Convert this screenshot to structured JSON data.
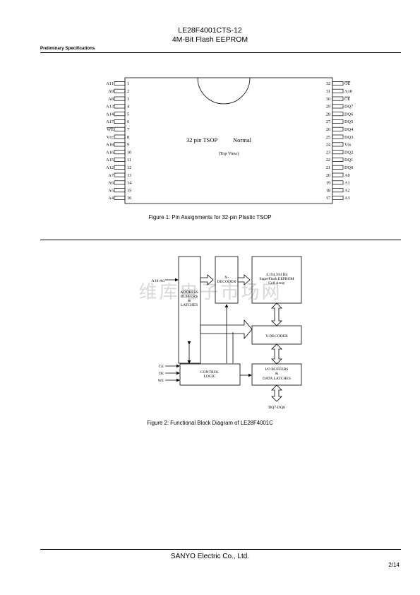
{
  "header": {
    "title_line1": "LE28F4001CTS-12",
    "title_line2": "4M-Bit  Flash  EEPROM",
    "preliminary": "Preliminary Specifications"
  },
  "figure1": {
    "package_label": "32 pin TSOP",
    "mode_label": "Normal",
    "view_label": "(Top View)",
    "left_pins": [
      {
        "num": "1",
        "name": "A11"
      },
      {
        "num": "2",
        "name": "A9"
      },
      {
        "num": "3",
        "name": "A8"
      },
      {
        "num": "4",
        "name": "A13"
      },
      {
        "num": "5",
        "name": "A14"
      },
      {
        "num": "6",
        "name": "A17"
      },
      {
        "num": "7",
        "name": "WE"
      },
      {
        "num": "8",
        "name": "Vcc"
      },
      {
        "num": "9",
        "name": "A18"
      },
      {
        "num": "10",
        "name": "A16"
      },
      {
        "num": "11",
        "name": "A15"
      },
      {
        "num": "12",
        "name": "A12"
      },
      {
        "num": "13",
        "name": "A7"
      },
      {
        "num": "14",
        "name": "A6"
      },
      {
        "num": "15",
        "name": "A5"
      },
      {
        "num": "16",
        "name": "A4"
      }
    ],
    "right_pins": [
      {
        "num": "32",
        "name": "OE"
      },
      {
        "num": "31",
        "name": "A10"
      },
      {
        "num": "30",
        "name": "CE"
      },
      {
        "num": "29",
        "name": "DQ7"
      },
      {
        "num": "28",
        "name": "DQ6"
      },
      {
        "num": "27",
        "name": "DQ5"
      },
      {
        "num": "26",
        "name": "DQ4"
      },
      {
        "num": "25",
        "name": "DQ3"
      },
      {
        "num": "24",
        "name": "Vss"
      },
      {
        "num": "23",
        "name": "DQ2"
      },
      {
        "num": "22",
        "name": "DQ1"
      },
      {
        "num": "21",
        "name": "DQ0"
      },
      {
        "num": "20",
        "name": "A0"
      },
      {
        "num": "19",
        "name": "A1"
      },
      {
        "num": "18",
        "name": "A2"
      },
      {
        "num": "17",
        "name": "A3"
      }
    ],
    "overlined_pins": [
      "WE",
      "OE",
      "CE"
    ],
    "caption": "Figure 1: Pin Assignments for 32-pin Plastic TSOP"
  },
  "figure2": {
    "addr_input": "A18-A0",
    "address_block": [
      "ADDRESS",
      "BUFFERS",
      "&",
      "LATCHES"
    ],
    "xdecoder_block": [
      "X-",
      "DECODER"
    ],
    "array_block": [
      "4,194,304 Bit",
      "SuperFlash EEPROM",
      "Cell Array"
    ],
    "ydecoder_block": "Y-DECODER",
    "control_block": [
      "CONTROL",
      "LOGIC"
    ],
    "io_block": [
      "I/O BUFFERS",
      "&",
      "DATA LATCHES"
    ],
    "control_inputs": [
      "CE",
      "OE",
      "WE"
    ],
    "data_io": "DQ7-DQ0",
    "watermark": "维库电子市场网",
    "caption": "Figure 2: Functional Block Diagram of LE28F4001C"
  },
  "footer": {
    "company": "SANYO  Electric  Co.,  Ltd.",
    "page": "2/14"
  }
}
